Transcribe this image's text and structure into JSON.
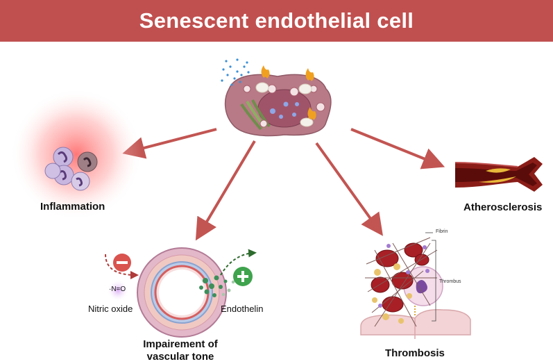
{
  "title": "Senescent endothelial cell",
  "outcomes": {
    "inflammation": "Inflammation",
    "vascular_tone": [
      "Impairement of",
      "vascular tone"
    ],
    "thrombosis": "Thrombosis",
    "atherosclerosis": "Atherosclerosis"
  },
  "vascular_labels": {
    "nitric_oxide": "Nitric oxide",
    "no_symbol": "·N=O",
    "endothelin": "Endothelin"
  },
  "thrombus_labels": {
    "fibrin": "Fibrin",
    "thrombus": "Thrombus"
  },
  "colors": {
    "banner": "#c0504f",
    "arrow": "#c25552",
    "inhibit": "#d9534f",
    "stimulate": "#3fa34d"
  }
}
